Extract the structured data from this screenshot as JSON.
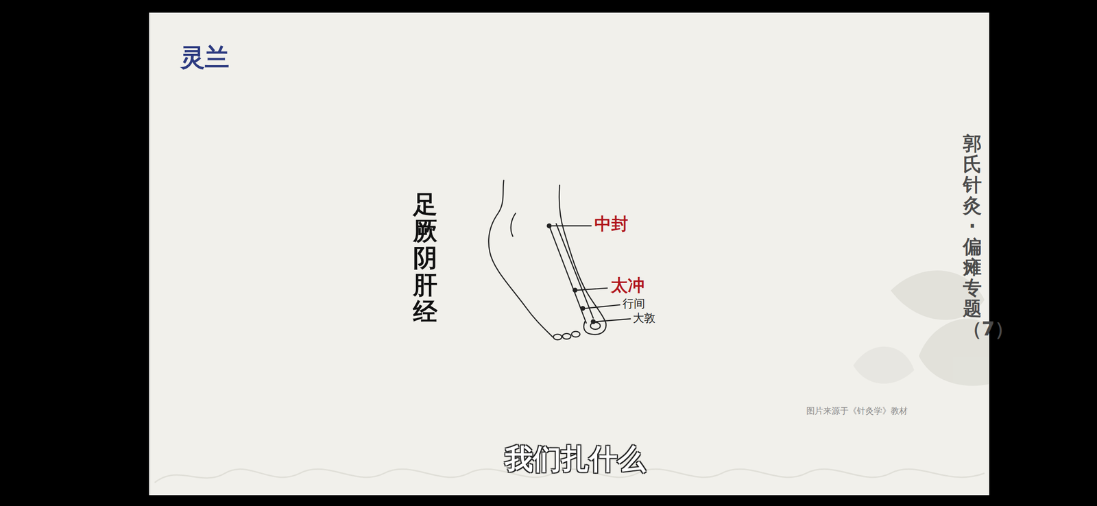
{
  "diagram": {
    "title": "足厥阴肝经",
    "labels": [
      "灵兰",
      "中封",
      "太冲",
      "行间",
      "大敦",
      "郭氏针灸·偏瘫专题（7）",
      "图片来源于《针灸学》教材",
      "我们扎什么"
    ]
  }
}
